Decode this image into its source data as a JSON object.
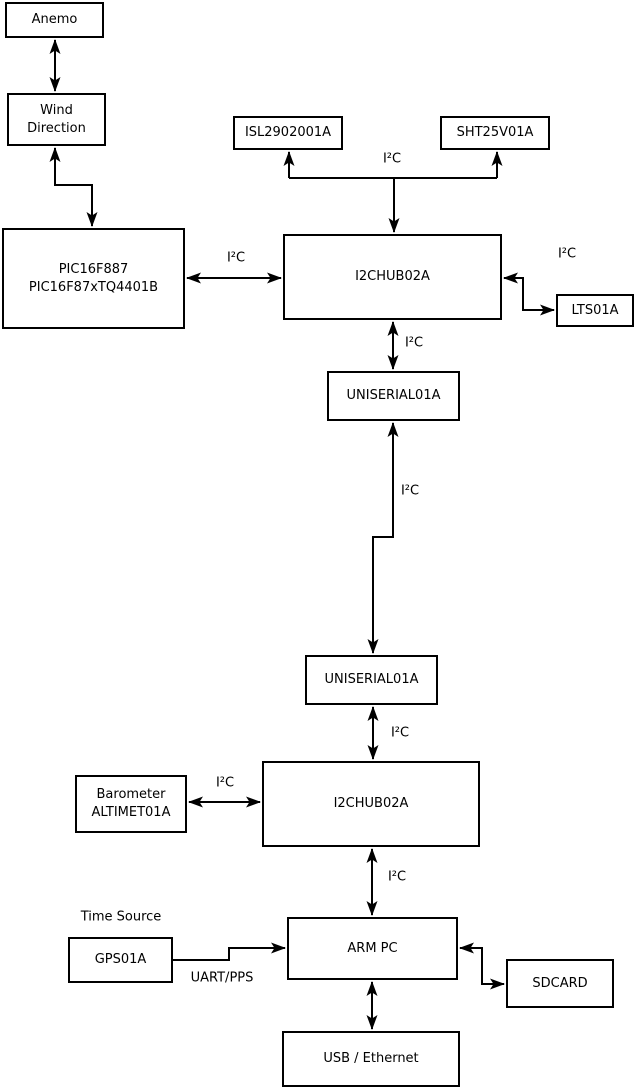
{
  "diagram": {
    "type": "block-diagram",
    "nodes": {
      "anemo": {
        "label": "Anemo"
      },
      "wind_direction": {
        "lines": [
          "Wind",
          "Direction"
        ]
      },
      "pic": {
        "lines": [
          "PIC16F887",
          "PIC16F87xTQ4401B"
        ]
      },
      "isl": {
        "label": "ISL2902001A"
      },
      "sht": {
        "label": "SHT25V01A"
      },
      "hub1": {
        "label": "I2CHUB02A"
      },
      "lts": {
        "label": "LTS01A"
      },
      "uniserial1": {
        "label": "UNISERIAL01A"
      },
      "uniserial2": {
        "label": "UNISERIAL01A"
      },
      "hub2": {
        "label": "I2CHUB02A"
      },
      "barometer": {
        "lines": [
          "Barometer",
          "ALTIMET01A"
        ]
      },
      "gps": {
        "label": "GPS01A"
      },
      "armpc": {
        "label": "ARM PC"
      },
      "sdcard": {
        "label": "SDCARD"
      },
      "usb_ethernet": {
        "label": "USB / Ethernet"
      }
    },
    "labels": {
      "i2c": "I²C",
      "uart_pps": "UART/PPS",
      "time_source": "Time Source"
    },
    "colors": {
      "line": "#000000",
      "box_fill": "#ffffff",
      "background": "#ffffff"
    }
  }
}
